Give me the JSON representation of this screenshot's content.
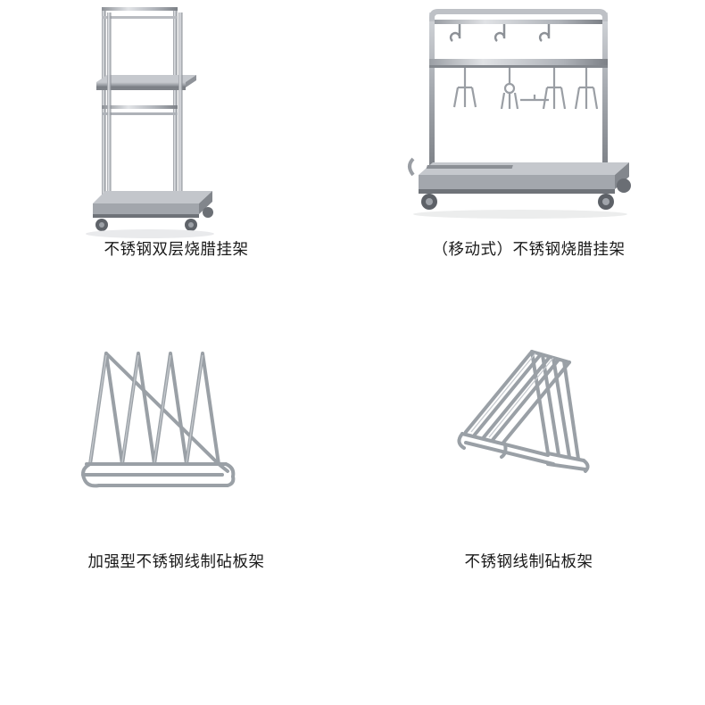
{
  "page": {
    "background_color": "#ffffff",
    "caption_color": "#1a1a1a",
    "metal_light": "#d8dade",
    "metal_mid": "#a9adb3",
    "metal_dark": "#75797f",
    "metal_shadow": "#5a5e64"
  },
  "products": [
    {
      "id": "product-1",
      "caption": "不锈钢双层烧腊挂架",
      "icon": "two-tier-roast-hanging-rack"
    },
    {
      "id": "product-2",
      "caption": "（移动式）不锈钢烧腊挂架",
      "icon": "mobile-roast-hanging-rack"
    },
    {
      "id": "product-3",
      "caption": "加强型不锈钢线制砧板架",
      "icon": "reinforced-wire-cutting-board-rack"
    },
    {
      "id": "product-4",
      "caption": "不锈钢线制砧板架",
      "icon": "wire-cutting-board-rack"
    }
  ]
}
